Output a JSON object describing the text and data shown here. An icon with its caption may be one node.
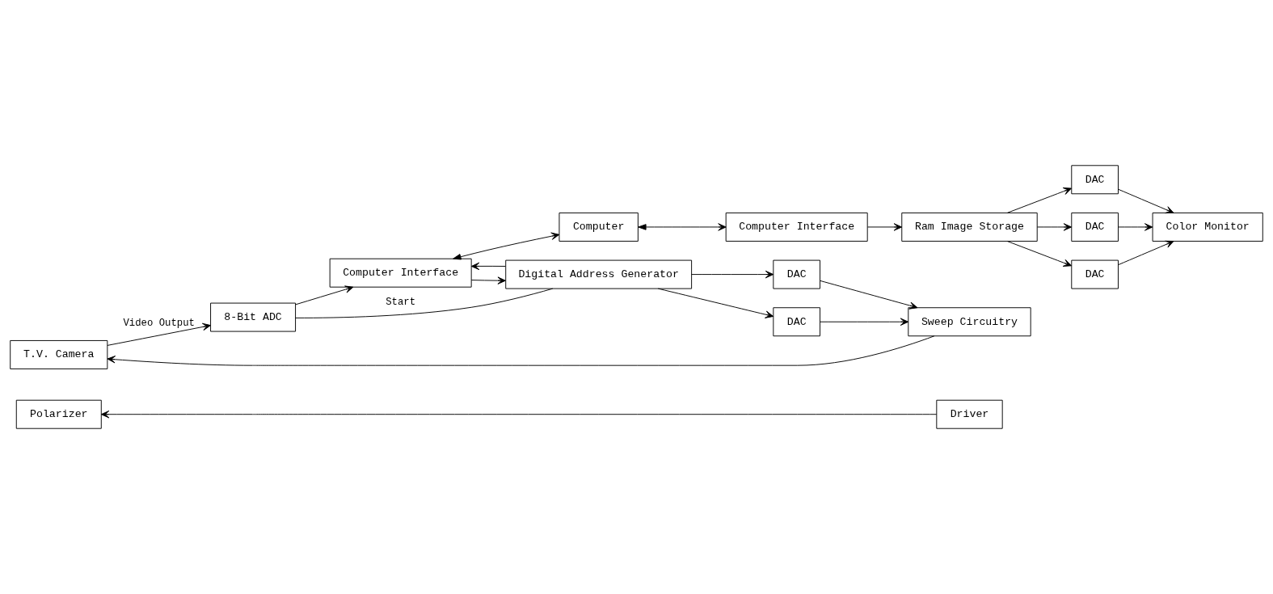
{
  "diagram": {
    "nodes": [
      {
        "text": [
          "Polarizer"
        ]
      },
      {
        "text": [
          "T.V. Camera"
        ]
      },
      {
        "text": [
          "8-Bit ADC"
        ]
      },
      {
        "text": [
          "Computer Interface"
        ]
      },
      {
        "text": [
          "Computer"
        ]
      },
      {
        "text": [
          "Driver"
        ]
      },
      {
        "text": [
          "Sweep Circuitry"
        ]
      },
      {
        "text": [
          "DAC"
        ]
      },
      {
        "text": [
          "Digital Address Generator"
        ]
      },
      {
        "text": [
          "DAC"
        ]
      },
      {
        "text": [
          "Color Monitor"
        ]
      },
      {
        "text": [
          "DAC"
        ]
      },
      {
        "text": [
          "DAC"
        ]
      },
      {
        "text": [
          "DAC"
        ]
      },
      {
        "text": [
          "Ram Image Storage"
        ]
      },
      {
        "text": [
          "Computer Interface"
        ]
      }
    ],
    "edges": [
      {
        "from": 1,
        "to": 2,
        "arrow": "to",
        "label": "Video Output"
      },
      {
        "from": 2,
        "to": 3,
        "arrow": "to"
      },
      {
        "from": 2,
        "to": 8,
        "arrow": "none",
        "label": "Start"
      },
      {
        "from": 3,
        "to": 4,
        "arrow": "both"
      },
      {
        "from": 5,
        "to": 0,
        "arrow": "to"
      },
      {
        "from": 6,
        "to": 1,
        "arrow": "to"
      },
      {
        "from": 7,
        "to": 6,
        "arrow": "to"
      },
      {
        "from": 9,
        "to": 6,
        "arrow": "to"
      },
      {
        "from": 8,
        "to": 7,
        "arrow": "to"
      },
      {
        "from": 8,
        "to": 9,
        "arrow": "to"
      },
      {
        "from": 8,
        "to": 3,
        "arrow": "to"
      },
      {
        "from": 3,
        "to": 8,
        "arrow": "to"
      },
      {
        "from": 4,
        "to": 15,
        "arrow": "both"
      },
      {
        "from": 15,
        "to": 14,
        "arrow": "to"
      },
      {
        "from": 14,
        "to": 11,
        "arrow": "to"
      },
      {
        "from": 14,
        "to": 12,
        "arrow": "to"
      },
      {
        "from": 14,
        "to": 13,
        "arrow": "to"
      },
      {
        "from": 11,
        "to": 10,
        "arrow": "to"
      },
      {
        "from": 12,
        "to": 10,
        "arrow": "to"
      },
      {
        "from": 13,
        "to": 10,
        "arrow": "to"
      }
    ]
  }
}
